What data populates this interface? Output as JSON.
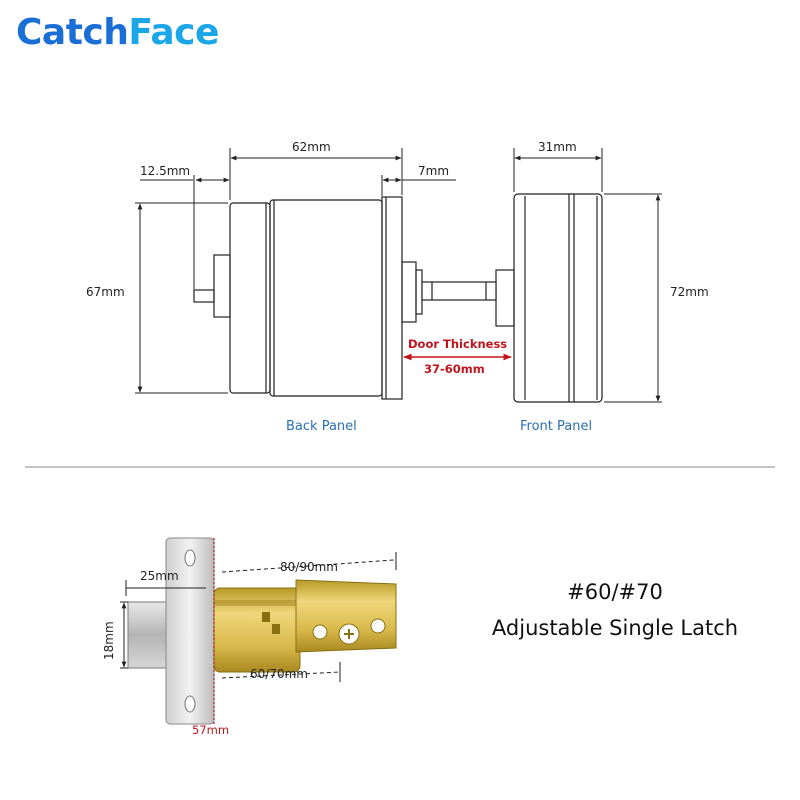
{
  "brand": {
    "part1": "Catch",
    "part2": "Face",
    "color1": "#1a6fd6",
    "color2": "#1aa6e8"
  },
  "top_diagram": {
    "dim_62": "62mm",
    "dim_31": "31mm",
    "dim_12_5": "12.5mm",
    "dim_7": "7mm",
    "dim_67": "67mm",
    "dim_72": "72mm",
    "door_thickness_label": "Door Thickness",
    "door_thickness_value": "37-60mm",
    "back_panel_label": "Back Panel",
    "front_panel_label": "Front Panel"
  },
  "latch_diagram": {
    "dim_80_90": "80/90mm",
    "dim_60_70": "60/70mm",
    "dim_25": "25mm",
    "dim_18": "18mm",
    "dim_57": "57mm",
    "model": "#60/#70",
    "description": "Adjustable Single Latch"
  },
  "colors": {
    "accent_red": "#c0141c",
    "label_blue": "#2a6fb5",
    "brass": "#d8b84a",
    "steel": "#c8c8c8"
  }
}
